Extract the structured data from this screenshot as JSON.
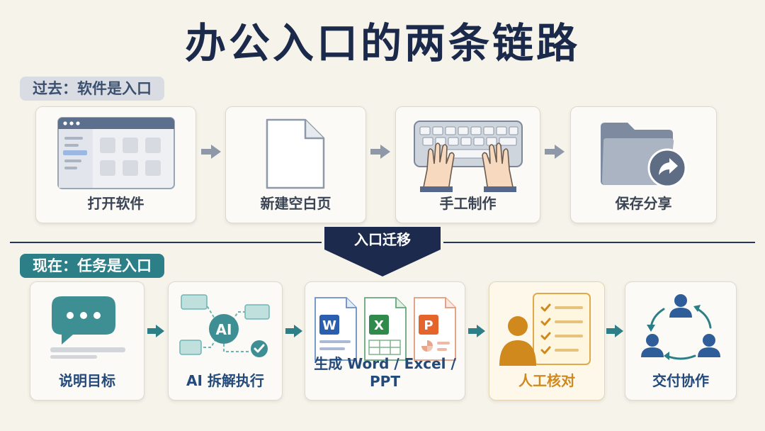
{
  "title": "办公入口的两条链路",
  "past": {
    "label": "过去：软件是入口",
    "steps": [
      "打开软件",
      "新建空白页",
      "手工制作",
      "保存分享"
    ]
  },
  "transition": {
    "label": "入口迁移"
  },
  "now": {
    "label": "现在：任务是入口",
    "steps": [
      "说明目标",
      "AI 拆解执行",
      "生成 Word / Excel / PPT",
      "人工核对",
      "交付协作"
    ],
    "ai_badge": "AI",
    "file_badges": [
      "W",
      "X",
      "P"
    ]
  },
  "colors": {
    "navy": "#1b2a4a",
    "teal": "#2c7f86",
    "gold": "#d0891d",
    "word": "#2a5fb0",
    "excel": "#2f8a4b",
    "ppt": "#e4642c"
  }
}
